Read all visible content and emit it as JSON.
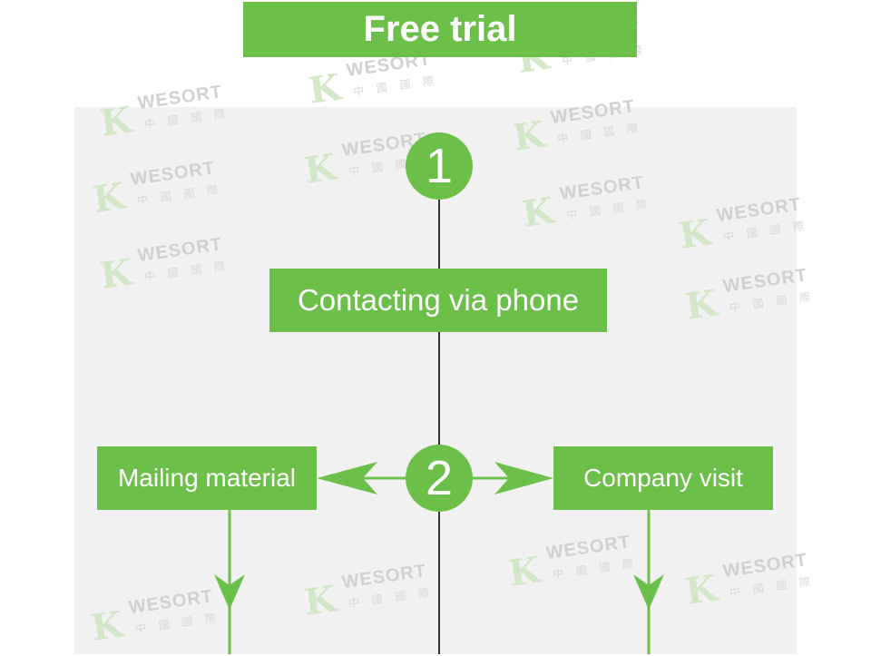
{
  "title": "Free trial",
  "steps": [
    {
      "number": "1"
    },
    {
      "number": "2"
    }
  ],
  "nodes": {
    "phone": "Contacting via phone",
    "mailing": "Mailing material",
    "visit": "Company visit"
  },
  "watermark": {
    "text": "WESORT",
    "subtext": "中 國 國 際",
    "logo_glyph": "K"
  },
  "colors": {
    "accent": "#6cc04a",
    "panel": "#f1f1f1",
    "line": "#333333"
  }
}
